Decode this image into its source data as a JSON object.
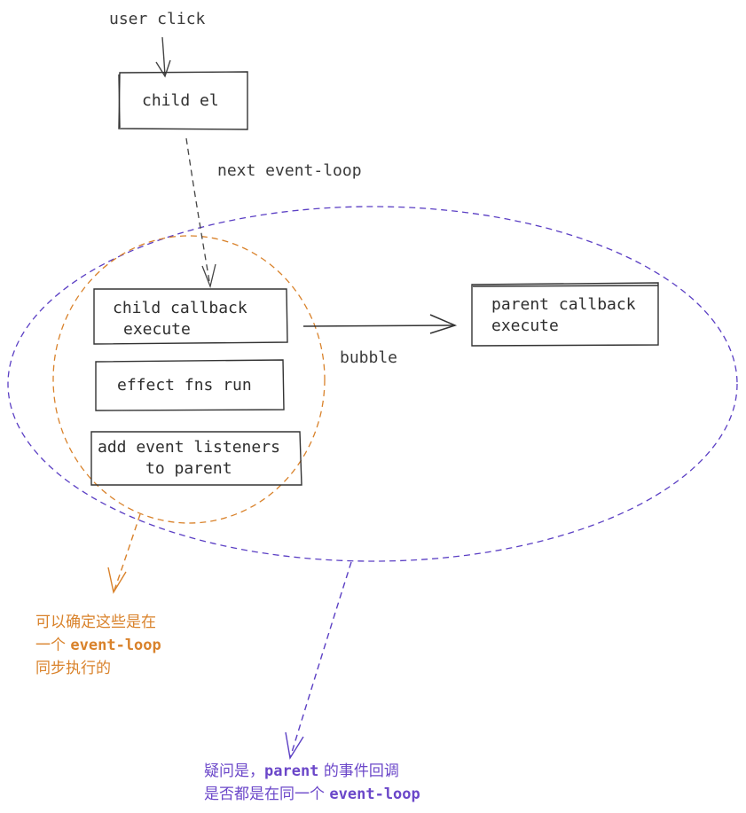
{
  "labels": {
    "user_click": "user click",
    "next_event_loop": "next event-loop",
    "bubble": "bubble"
  },
  "boxes": {
    "child_el": "child el",
    "child_callback_line1": "child callback",
    "child_callback_line2": "execute",
    "effect_fns": "effect fns run",
    "add_listeners_line1": "add event listeners",
    "add_listeners_line2": "to parent",
    "parent_callback_line1": "parent callback",
    "parent_callback_line2": "execute"
  },
  "notes": {
    "orange_line1": "可以确定这些是在",
    "orange_line2_prefix": "一个 ",
    "orange_line2_code": "event-loop",
    "orange_line3": "同步执行的",
    "purple_line1_prefix": "疑问是，",
    "purple_line1_code": "parent",
    "purple_line1_suffix": " 的事件回调",
    "purple_line2_prefix": "是否都是在同一个 ",
    "purple_line2_code": "event-loop"
  },
  "colors": {
    "ink": "#333333",
    "orange": "#d9822b",
    "purple": "#5b3fc4"
  }
}
